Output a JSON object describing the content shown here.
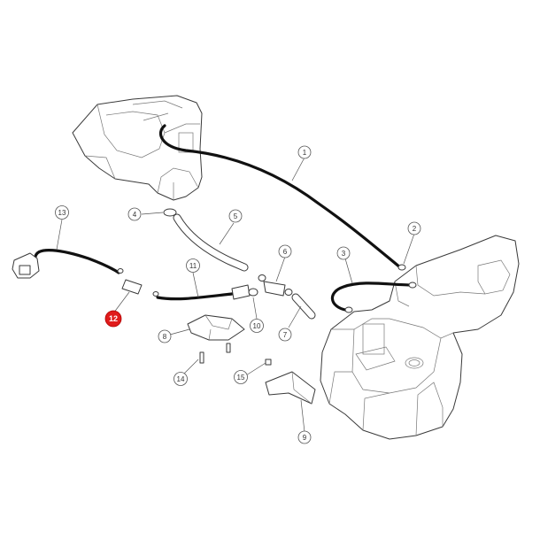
{
  "callouts": [
    {
      "id": "1",
      "label": "1",
      "highlight": false
    },
    {
      "id": "2",
      "label": "2",
      "highlight": false
    },
    {
      "id": "3",
      "label": "3",
      "highlight": false
    },
    {
      "id": "4",
      "label": "4",
      "highlight": false
    },
    {
      "id": "5",
      "label": "5",
      "highlight": false
    },
    {
      "id": "6",
      "label": "6",
      "highlight": false
    },
    {
      "id": "7",
      "label": "7",
      "highlight": false
    },
    {
      "id": "8",
      "label": "8",
      "highlight": false
    },
    {
      "id": "9",
      "label": "9",
      "highlight": false
    },
    {
      "id": "10",
      "label": "10",
      "highlight": false
    },
    {
      "id": "11",
      "label": "11",
      "highlight": false
    },
    {
      "id": "12",
      "label": "12",
      "highlight": true
    },
    {
      "id": "13",
      "label": "13",
      "highlight": false
    },
    {
      "id": "14",
      "label": "14",
      "highlight": false
    },
    {
      "id": "15",
      "label": "15",
      "highlight": false
    }
  ],
  "colors": {
    "highlight": "#e01b1b",
    "hose": "#111111",
    "outline": "#3a3a3a"
  }
}
